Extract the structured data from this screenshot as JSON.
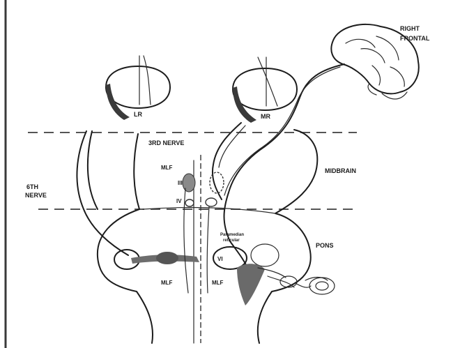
{
  "labels": {
    "right_frontal_1": "RIGHT",
    "right_frontal_2": "FRONTAL",
    "lr": "LR",
    "mr": "MR",
    "third_nerve": "3RD NERVE",
    "midbrain": "MIDBRAIN",
    "sixth_nerve_1": "6TH",
    "sixth_nerve_2": "NERVE",
    "mlf_top": "MLF",
    "nucleus_iii": "III",
    "nucleus_iv": "IV",
    "pons": "PONS",
    "vi": "VI",
    "pprf_1": "Paramedian",
    "pprf_2": "reticular",
    "mlf_left": "MLF",
    "mlf_right": "MLF"
  },
  "colors": {
    "ink": "#1c1c1c",
    "shade": "#7a7a7a",
    "dash": "#555555",
    "background": "#ffffff"
  }
}
